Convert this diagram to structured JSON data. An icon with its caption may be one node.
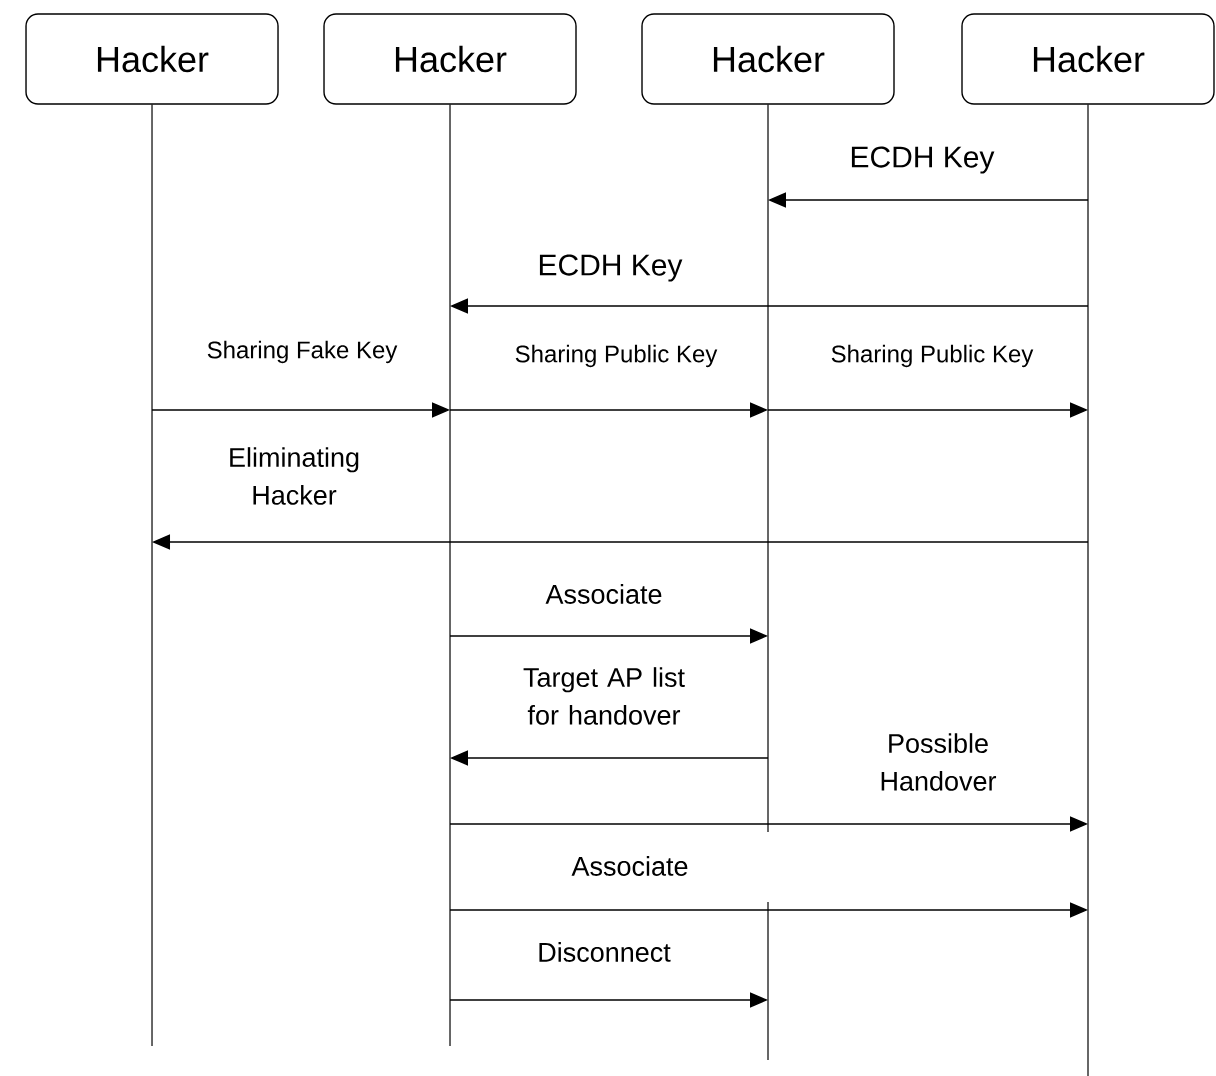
{
  "diagram": {
    "nodes": [
      {
        "text": [
          "Hacker"
        ]
      },
      {
        "text": [
          "Hacker"
        ]
      },
      {
        "text": [
          "Hacker"
        ]
      },
      {
        "text": [
          "Hacker"
        ]
      },
      {
        "text": [],
        "shape": "line"
      },
      {
        "text": [],
        "shape": "line"
      },
      {
        "text": [],
        "shape": "line"
      },
      {
        "text": [],
        "shape": "line"
      }
    ],
    "edges": [
      {
        "from": 7,
        "to": 6,
        "arrow": "to",
        "label": "ECDH Key"
      },
      {
        "from": 7,
        "to": 5,
        "arrow": "to",
        "label": "ECDH Key"
      },
      {
        "from": 4,
        "to": 5,
        "arrow": "to",
        "label": "Sharing Fake Key"
      },
      {
        "from": 5,
        "to": 6,
        "arrow": "to",
        "label": "Sharing Public Key"
      },
      {
        "from": 6,
        "to": 7,
        "arrow": "to",
        "label": "Sharing Public Key"
      },
      {
        "from": 7,
        "to": 4,
        "arrow": "to",
        "label": "Eliminating Hacker"
      },
      {
        "from": 5,
        "to": 6,
        "arrow": "to",
        "label": "Associate"
      },
      {
        "from": 6,
        "to": 5,
        "arrow": "to",
        "label": "Target AP list for handover"
      },
      {
        "from": 5,
        "to": 7,
        "arrow": "to",
        "label": "Possible Handover"
      },
      {
        "from": 5,
        "to": 7,
        "arrow": "to",
        "label": "Associate"
      },
      {
        "from": 5,
        "to": 6,
        "arrow": "to",
        "label": "Disconnect"
      }
    ]
  }
}
